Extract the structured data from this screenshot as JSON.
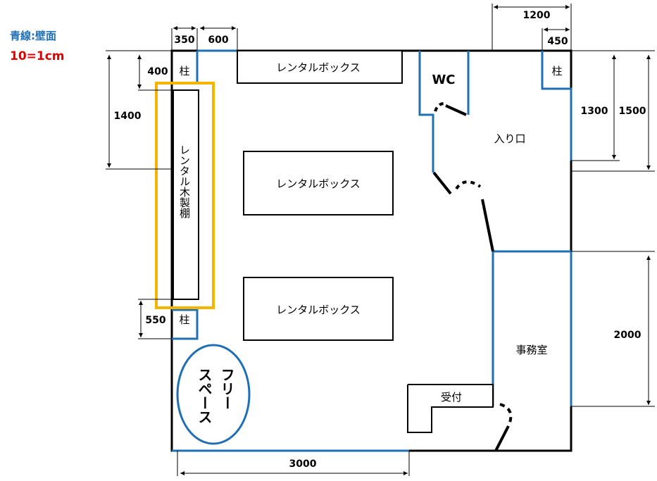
{
  "legend": {
    "wall_note": "青線:壁面",
    "scale_note": "10=1cm"
  },
  "dimensions": {
    "top_350": "350",
    "top_600": "600",
    "top_1200": "1200",
    "top_450": "450",
    "left_400": "400",
    "left_1400": "1400",
    "left_550": "550",
    "right_1300": "1300",
    "right_1500": "1500",
    "right_2000": "2000",
    "bottom_3000": "3000"
  },
  "labels": {
    "pillar": "柱",
    "rental_box": "レンタルボックス",
    "wc": "WC",
    "entrance": "入り口",
    "rental_shelf": "レンタル木製棚",
    "office": "事務室",
    "reception": "受付",
    "free_space_1": "フリー",
    "free_space_2": "スペース"
  },
  "colors": {
    "wall": "#1f6fb5",
    "highlight": "#f5b400",
    "outline": "#000000",
    "scale_red": "#e00000"
  }
}
